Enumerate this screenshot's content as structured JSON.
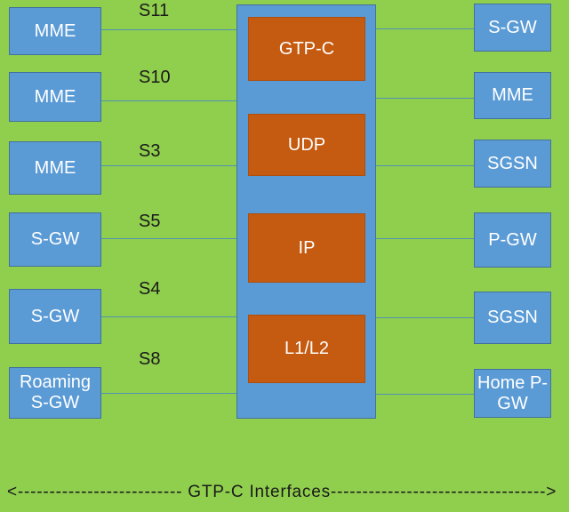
{
  "colors": {
    "background": "#90CF4E",
    "node_fill": "#5B9BD5",
    "node_border": "#41719C",
    "layer_fill": "#C55A11",
    "layer_border": "#AE4F0F",
    "connector": "#4E91B5",
    "node_text": "#FFFFFF",
    "label_text": "#1A1A1A"
  },
  "nodes_left": [
    {
      "label": "MME"
    },
    {
      "label": "MME"
    },
    {
      "label": "MME"
    },
    {
      "label": "S-GW"
    },
    {
      "label": "S-GW"
    },
    {
      "label": "Roaming S-GW"
    }
  ],
  "nodes_right": [
    {
      "label": "S-GW"
    },
    {
      "label": "MME"
    },
    {
      "label": "SGSN"
    },
    {
      "label": "P-GW"
    },
    {
      "label": "SGSN"
    },
    {
      "label": "Home P-GW"
    }
  ],
  "protocol_stack": [
    {
      "label": "GTP-C"
    },
    {
      "label": "UDP"
    },
    {
      "label": "IP"
    },
    {
      "label": "L1/L2"
    }
  ],
  "interfaces": [
    {
      "label": "S11"
    },
    {
      "label": "S10"
    },
    {
      "label": "S3"
    },
    {
      "label": "S5"
    },
    {
      "label": "S4"
    },
    {
      "label": "S8"
    }
  ],
  "footer": {
    "text": "<-------------------------- GTP-C Interfaces---------------------------------->"
  }
}
